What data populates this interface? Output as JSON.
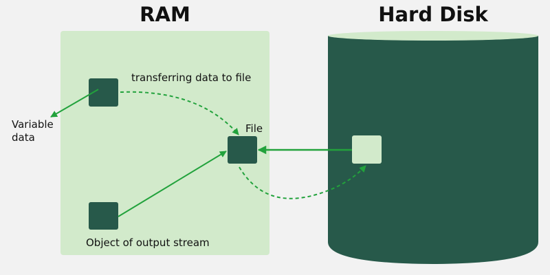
{
  "titles": {
    "ram": "RAM",
    "disk": "Hard Disk"
  },
  "labels": {
    "transfer": "transferring data to file",
    "variable_line1": "Variable",
    "variable_line2": "data",
    "file": "File",
    "output_stream": "Object of output stream"
  },
  "colors": {
    "background": "#f2f2f2",
    "ram_box": "#d2eacb",
    "dark_green": "#27594a",
    "light_green": "#d2eacb",
    "arrow_green": "#22a23c"
  }
}
